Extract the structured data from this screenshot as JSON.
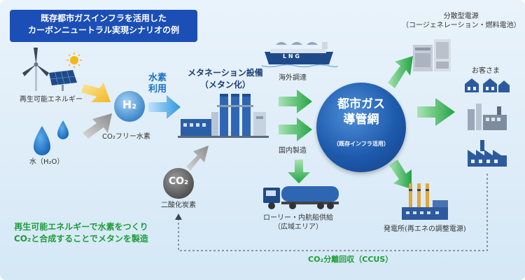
{
  "title": {
    "line1": "既存都市ガスインフラを活用した",
    "line2": "カーボンニュートラル実現シナリオの例"
  },
  "inputs": {
    "renewable": "再生可能エネルギー",
    "water": "水（H₂O）",
    "h2_bubble": "H₂",
    "co2_free_h2": "CO₂フリー水素",
    "co2_bubble": "CO₂",
    "co2_label": "二酸化炭素"
  },
  "hydrogen_use": {
    "line1": "水素",
    "line2": "利用"
  },
  "methanation": {
    "line1": "メタネーション設備",
    "line2": "（メタン化）"
  },
  "supply": {
    "lng_ship_text": "L N G",
    "overseas": "海外調達",
    "domestic": "国内製造",
    "lorry": "ローリー・内航船供給",
    "lorry_sub": "（広域エリア）"
  },
  "hub": {
    "line1": "都市ガス",
    "line2": "導管網",
    "sub": "（既存インフラ活用）"
  },
  "outputs": {
    "distributed": "分散型電源",
    "distributed_sub": "（コージェネレーション・燃料電池）",
    "customers": "お客さま",
    "power_plant": "発電所(再エネの調整電源)"
  },
  "bottom": {
    "green_line1": "再生可能エネルギーで水素をつくり",
    "green_line2": "CO₂と合成することでメタンを製造",
    "ccus": "CO₂分離回収（CCUS）"
  },
  "colors": {
    "title_bg": "#1c4fb6",
    "hub": "#1d5aad",
    "green": "#1e9d3a",
    "arrow_yellow": "#f2c12e",
    "arrow_blue": "#3aa0e6",
    "arrow_gray": "#8c8c8c"
  }
}
